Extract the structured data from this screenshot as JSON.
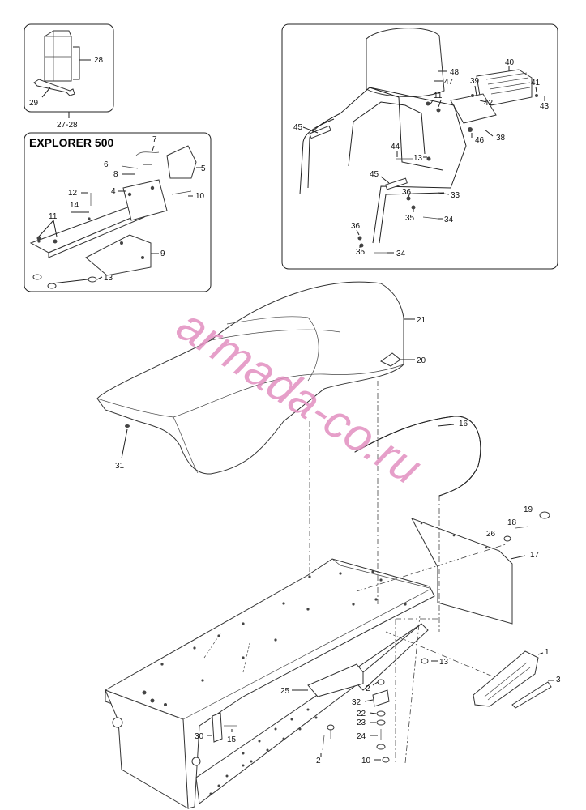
{
  "panels": {
    "kit": {
      "caption": "27-28"
    },
    "explorer": {
      "title": "EXPLORER 500"
    }
  },
  "watermark": "armada-co.ru",
  "callouts": {
    "c28": "28",
    "c29": "29",
    "c7": "7",
    "c6": "6",
    "c8": "8",
    "c5": "5",
    "c4": "4",
    "c12": "12",
    "c10": "10",
    "c14": "14",
    "c11a": "11",
    "c9": "9",
    "c13a": "13",
    "c40": "40",
    "c48": "48",
    "c47": "47",
    "c39": "39",
    "c41": "41",
    "c42": "42",
    "c43": "43",
    "c11b": "11",
    "c45a": "45",
    "c38": "38",
    "c46": "46",
    "c44": "44",
    "c13b": "13",
    "c45b": "45",
    "c36a": "36",
    "c33": "33",
    "c35a": "35",
    "c34a": "34",
    "c36b": "36",
    "c35b": "35",
    "c34b": "34",
    "c21": "21",
    "c20": "20",
    "c31": "31",
    "c16": "16",
    "c19": "19",
    "c18": "18",
    "c26": "26",
    "c17": "17",
    "c1": "1",
    "c13c": "13",
    "c3": "3",
    "c2a": "2",
    "c25": "25",
    "c32": "32",
    "c22": "22",
    "c23": "23",
    "c24": "24",
    "c30": "30",
    "c15": "15",
    "c2b": "2",
    "c10b": "10"
  }
}
